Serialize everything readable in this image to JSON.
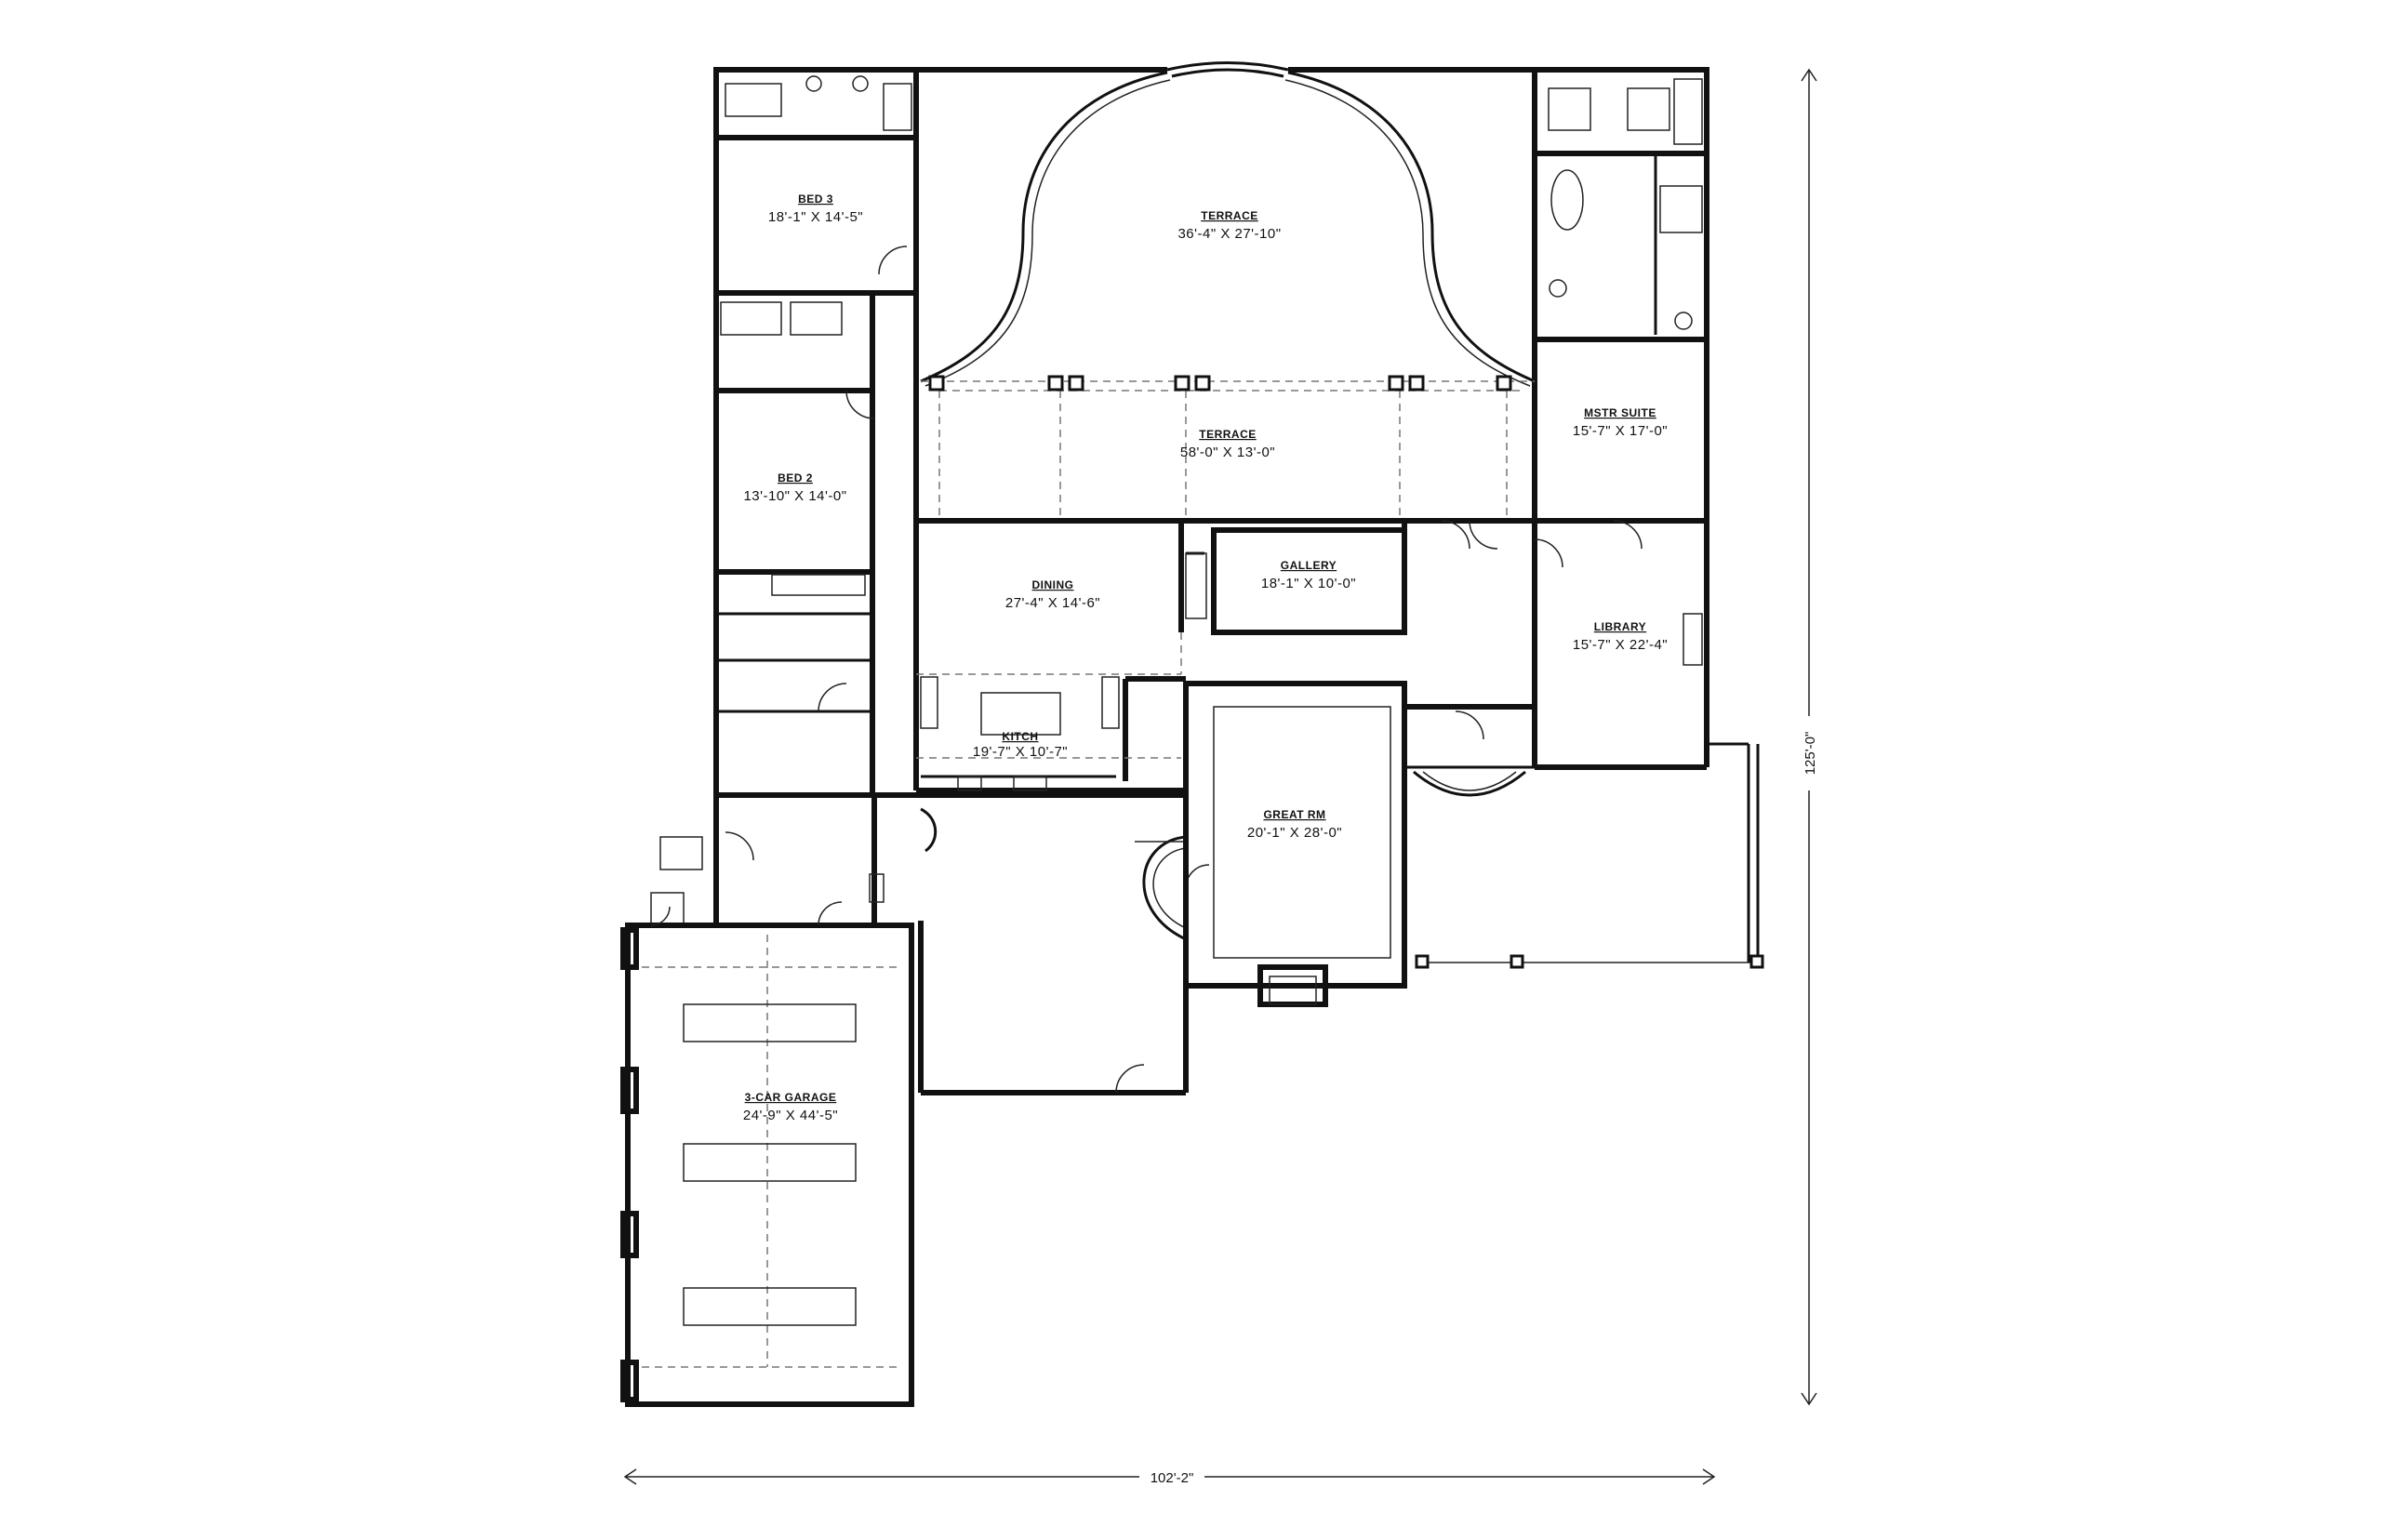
{
  "rooms": {
    "bed3": {
      "name": "BED 3",
      "dims": "18'-1\" X 14'-5\""
    },
    "bed2": {
      "name": "BED 2",
      "dims": "13'-10\" X 14'-0\""
    },
    "terrace_upper": {
      "name": "TERRACE",
      "dims": "36'-4\" X 27'-10\""
    },
    "terrace_lower": {
      "name": "TERRACE",
      "dims": "58'-0\" X 13'-0\""
    },
    "master_suite": {
      "name": "MSTR SUITE",
      "dims": "15'-7\" X 17'-0\""
    },
    "dining": {
      "name": "DINING",
      "dims": "27'-4\" X 14'-6\""
    },
    "gallery": {
      "name": "GALLERY",
      "dims": "18'-1\" X 10'-0\""
    },
    "library": {
      "name": "LIBRARY",
      "dims": "15'-7\" X 22'-4\""
    },
    "kitchen": {
      "name": "KITCH",
      "dims": "19'-7\" X 10'-7\""
    },
    "great_rm": {
      "name": "GREAT RM",
      "dims": "20'-1\" X 28'-0\""
    },
    "garage": {
      "name": "3-CAR GARAGE",
      "dims": "24'-9\" X 44'-5\""
    }
  },
  "dimensions": {
    "width": "102'-2\"",
    "depth": "125'-0\""
  }
}
